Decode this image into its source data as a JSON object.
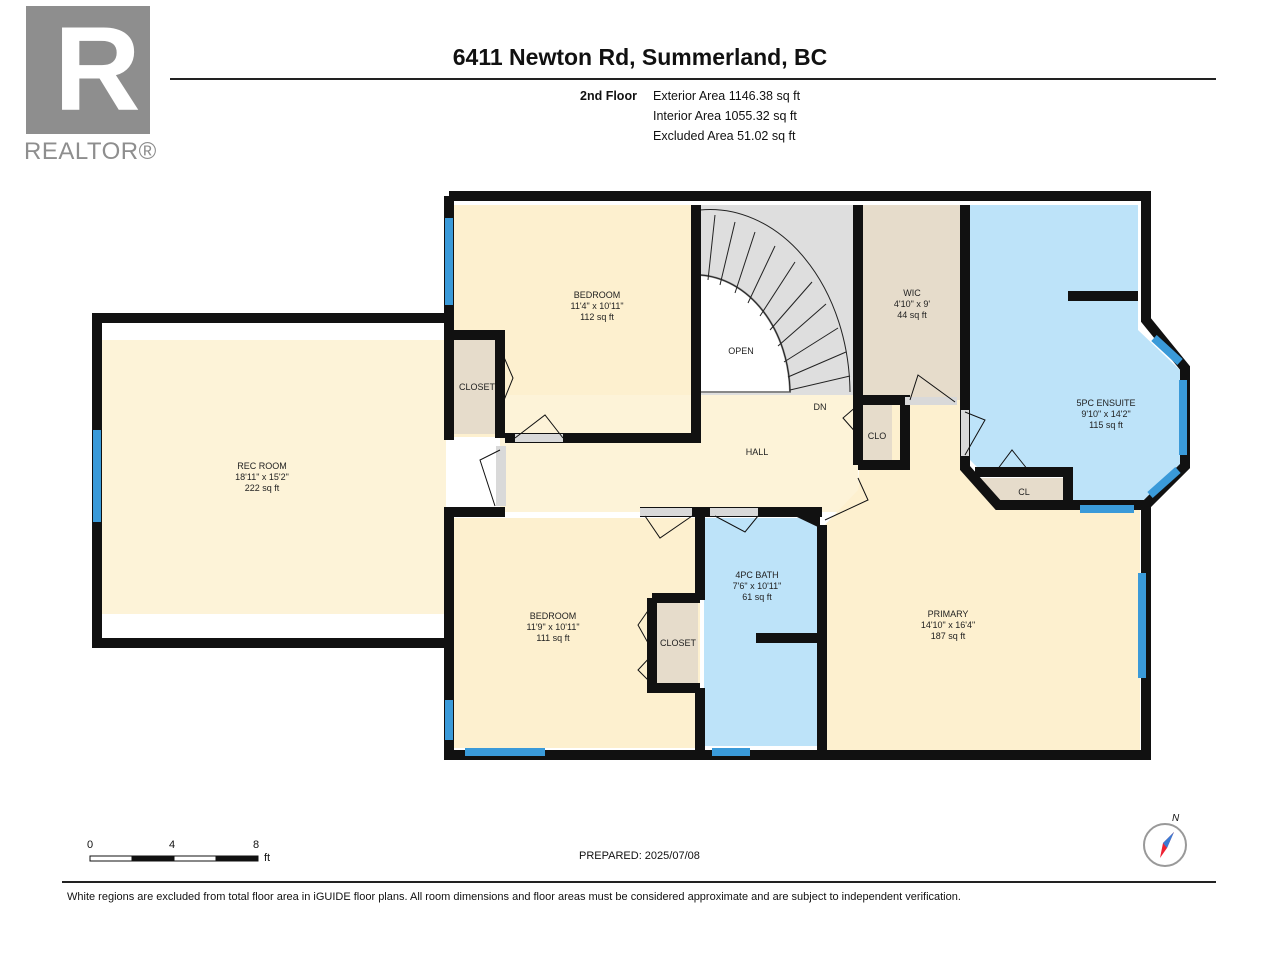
{
  "logo": {
    "text": "REALTOR®",
    "letter": "R"
  },
  "header": {
    "title": "6411 Newton Rd, Summerland, BC"
  },
  "floor": {
    "name": "2nd Floor",
    "exterior": "Exterior Area 1146.38 sq ft",
    "interior": "Interior Area 1055.32 sq ft",
    "excluded": "Excluded Area 51.02 sq ft"
  },
  "rooms": [
    {
      "name": "BEDROOM",
      "dims": "11'4\" x 10'11\"",
      "area": "112 sq ft"
    },
    {
      "name": "WIC",
      "dims": "4'10\" x 9'",
      "area": "44 sq ft"
    },
    {
      "name": "5PC ENSUITE",
      "dims": "9'10\" x 14'2\"",
      "area": "115 sq ft"
    },
    {
      "name": "REC ROOM",
      "dims": "18'11\" x 15'2\"",
      "area": "222 sq ft"
    },
    {
      "name": "BEDROOM",
      "dims": "11'9\" x 10'11\"",
      "area": "111 sq ft"
    },
    {
      "name": "4PC BATH",
      "dims": "7'6\" x 10'11\"",
      "area": "61 sq ft"
    },
    {
      "name": "PRIMARY",
      "dims": "14'10\" x 16'4\"",
      "area": "187 sq ft"
    }
  ],
  "labels": {
    "open": "OPEN",
    "dn": "DN",
    "hall": "HALL",
    "closet1": "CLOSET",
    "closet2": "CLOSET",
    "clo": "CLO",
    "cl": "CL"
  },
  "scale": {
    "t0": "0",
    "t4": "4",
    "t8": "8",
    "unit": "ft"
  },
  "prepared": "PREPARED: 2025/07/08",
  "compass": "N",
  "disclaimer": "White regions are excluded from total floor area in iGUIDE floor plans. All room dimensions and floor areas must be considered approximate and are subject to independent verification.",
  "colors": {
    "yellow": "#fdf0cf",
    "blue": "#bde3f9",
    "beige": "#e6dccb",
    "wall": "#111111",
    "window": "#3a9ad9"
  }
}
